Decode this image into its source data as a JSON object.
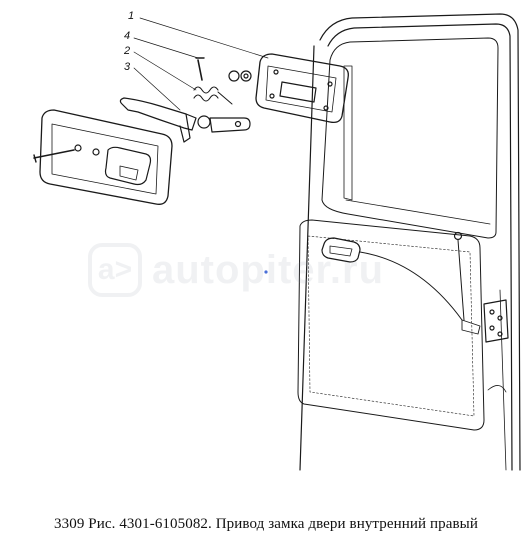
{
  "callouts": [
    {
      "label": "1"
    },
    {
      "label": "4"
    },
    {
      "label": "2"
    },
    {
      "label": "3"
    }
  ],
  "watermark": {
    "badge": "a>",
    "text": "autopiter.ru"
  },
  "caption": "3309 Рис. 4301-6105082. Привод замка двери внутренний правый",
  "colors": {
    "line": "#1a1a1a",
    "background": "#ffffff",
    "watermark": "#9aa3ad"
  }
}
